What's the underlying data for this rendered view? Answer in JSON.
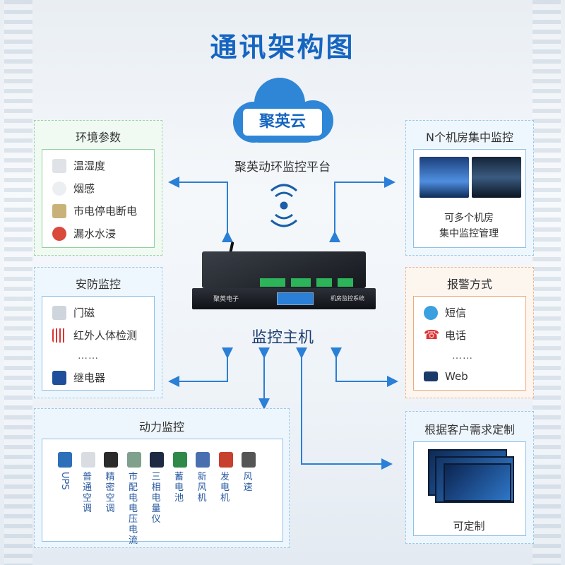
{
  "title": "通讯架构图",
  "cloud": {
    "brand": "聚英云",
    "platform": "聚英动环监控平台"
  },
  "environment": {
    "title": "环境参数",
    "items": [
      "温湿度",
      "烟感",
      "市电停电断电",
      "漏水水浸"
    ]
  },
  "rooms": {
    "title": "N个机房集中监控",
    "caption_lines": [
      "可多个机房",
      "集中监控管理"
    ]
  },
  "security": {
    "title": "安防监控",
    "items": [
      "门磁",
      "红外人体检测",
      "……",
      "继电器"
    ]
  },
  "alarm": {
    "title": "报警方式",
    "items": [
      "短信",
      "电话",
      "……",
      "Web"
    ]
  },
  "device": {
    "label": "监控主机",
    "brand": "聚英电子",
    "system": "机房监控系统"
  },
  "power": {
    "title": "动力监控",
    "items": [
      {
        "label": "UPS",
        "icon": "ups-icon",
        "color": "#2d6fb8"
      },
      {
        "label": "普通空调",
        "icon": "air-conditioner-icon",
        "color": "#d9dde2"
      },
      {
        "label": "精密空调",
        "icon": "precision-ac-icon",
        "color": "#2b2b2b"
      },
      {
        "label": "市配电电压电流",
        "icon": "power-meter-icon",
        "color": "#7fa08c"
      },
      {
        "label": "三相电量仪",
        "icon": "three-phase-meter-icon",
        "color": "#1e2a44"
      },
      {
        "label": "蓄电池",
        "icon": "battery-icon",
        "color": "#2f8a4a"
      },
      {
        "label": "新风机",
        "icon": "fresh-air-unit-icon",
        "color": "#4a6fb0"
      },
      {
        "label": "发电机",
        "icon": "generator-icon",
        "color": "#c8402e"
      },
      {
        "label": "风速",
        "icon": "anemometer-icon",
        "color": "#555555"
      }
    ]
  },
  "custom": {
    "title": "根据客户需求定制",
    "caption": "可定制"
  }
}
